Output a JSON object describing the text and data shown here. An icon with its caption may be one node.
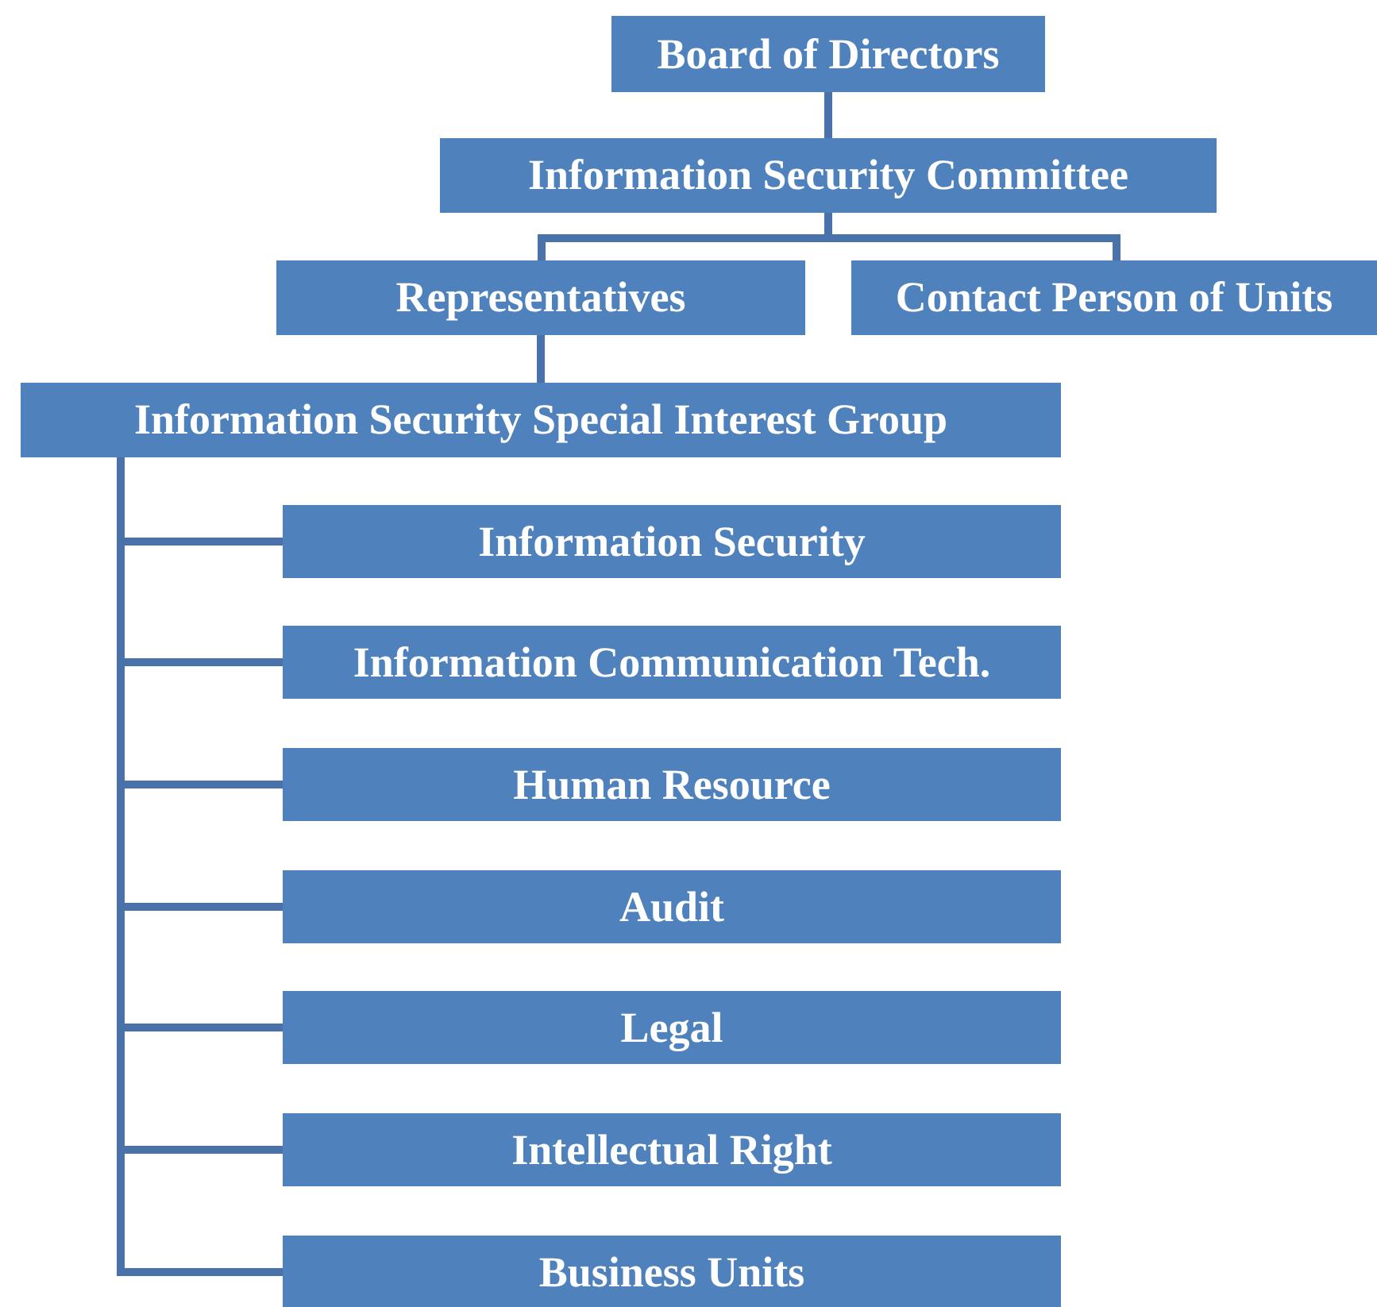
{
  "diagram": {
    "nodes": [
      {
        "text": [
          "Board of Directors"
        ]
      },
      {
        "text": [
          "Information Security Committee"
        ]
      },
      {
        "text": [
          "Representatives"
        ]
      },
      {
        "text": [
          "Contact Person of Units"
        ]
      },
      {
        "text": [
          "Information Security Special Interest Group"
        ]
      },
      {
        "text": [
          "Information Security"
        ]
      },
      {
        "text": [
          "Information Communication Tech."
        ]
      },
      {
        "text": [
          "Human Resource"
        ]
      },
      {
        "text": [
          "Audit"
        ]
      },
      {
        "text": [
          "Legal"
        ]
      },
      {
        "text": [
          "Intellectual Right"
        ]
      },
      {
        "text": [
          "Business Units"
        ]
      }
    ],
    "edges": [
      {
        "from": 0,
        "to": 1,
        "arrow": "none"
      },
      {
        "from": 1,
        "to": 2,
        "arrow": "none"
      },
      {
        "from": 1,
        "to": 3,
        "arrow": "none"
      },
      {
        "from": 2,
        "to": 4,
        "arrow": "none"
      },
      {
        "from": 4,
        "to": 5,
        "arrow": "none"
      },
      {
        "from": 4,
        "to": 6,
        "arrow": "none"
      },
      {
        "from": 4,
        "to": 7,
        "arrow": "none"
      },
      {
        "from": 4,
        "to": 8,
        "arrow": "none"
      },
      {
        "from": 4,
        "to": 9,
        "arrow": "none"
      },
      {
        "from": 4,
        "to": 10,
        "arrow": "none"
      },
      {
        "from": 4,
        "to": 11,
        "arrow": "none"
      }
    ]
  }
}
